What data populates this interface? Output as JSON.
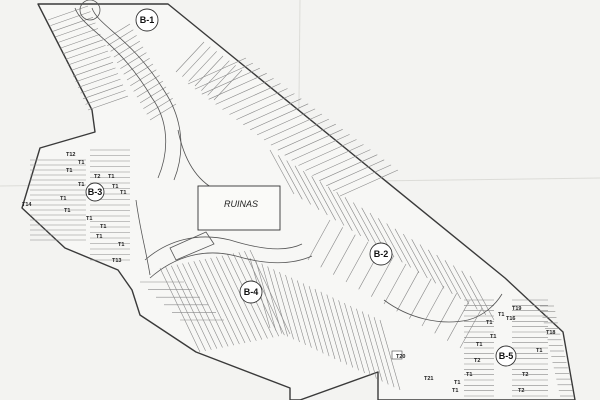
{
  "blocks": {
    "b1": "B-1",
    "b2": "B-2",
    "b3": "B-3",
    "b4": "B-4",
    "b5": "B-5"
  },
  "ruins": "RUINAS",
  "left_labels": [
    "T12",
    "T1",
    "T1",
    "T2",
    "T1",
    "T1",
    "T1",
    "T1",
    "T1",
    "T14",
    "T1",
    "T1",
    "T1",
    "T1",
    "T1",
    "T13"
  ],
  "right_labels": [
    "T19",
    "T1",
    "T1",
    "T16",
    "T18",
    "T1",
    "T1",
    "T1",
    "T2",
    "T1",
    "T2",
    "T1",
    "T20",
    "T21",
    "T1",
    "T2"
  ]
}
